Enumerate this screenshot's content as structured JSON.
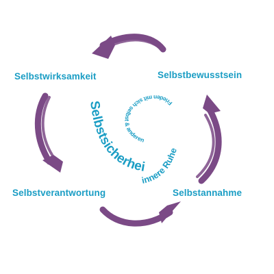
{
  "colors": {
    "label": "#1a9dc4",
    "arrow": "#7b4a86",
    "spiral_text": "#1a9dc4"
  },
  "cycle_nodes": {
    "selbstwirksamkeit": "Selbstwirksamkeit",
    "selbstbewusstsein": "Selbstbewusstsein",
    "selbstverantwortung": "Selbstverantwortung",
    "selbstannahme": "Selbstannahme"
  },
  "arrows": [
    {
      "from": "Selbstbewusstsein",
      "to": "Selbstwirksamkeit",
      "icon": "curved-brush-arrow-icon"
    },
    {
      "from": "Selbstwirksamkeit",
      "to": "Selbstverantwortung",
      "icon": "curved-brush-arrow-icon"
    },
    {
      "from": "Selbstverantwortung",
      "to": "Selbstannahme",
      "icon": "curved-brush-arrow-icon"
    },
    {
      "from": "Selbstannahme",
      "to": "Selbstbewusstsein",
      "icon": "curved-brush-arrow-icon"
    }
  ],
  "spiral": {
    "outer": "Selbstsicherheit",
    "middle": "innere Ruhe",
    "inner": "Frieden mit sich selbst & anderen"
  }
}
